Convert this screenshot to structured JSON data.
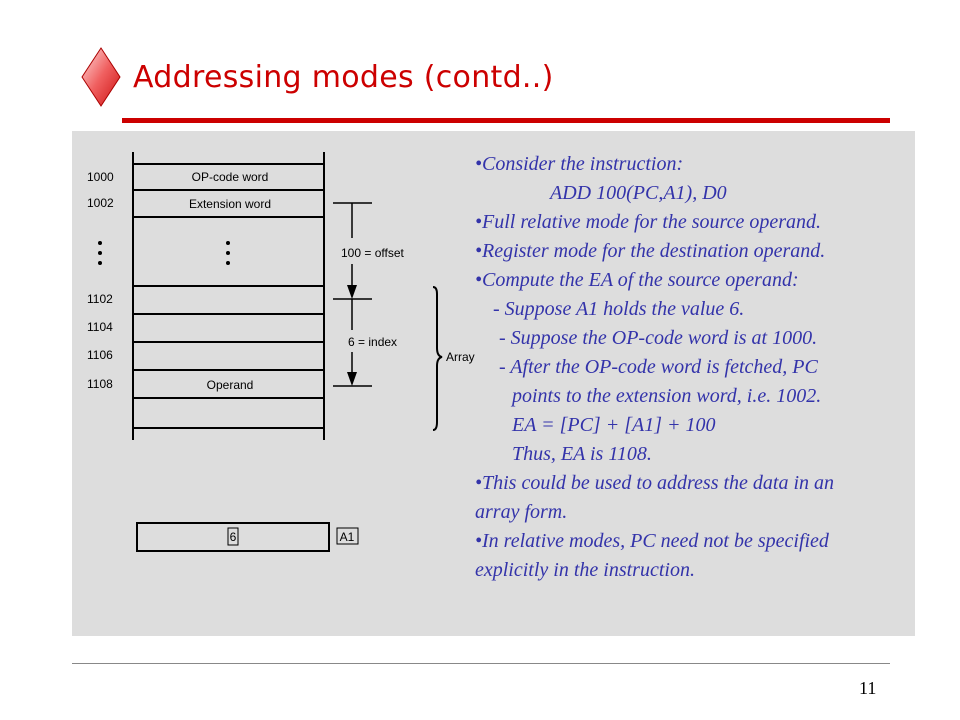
{
  "slide": {
    "title": "Addressing modes (contd..)",
    "page_number": "11",
    "colors": {
      "accent": "#cc0000",
      "panel": "#dddddd",
      "bullet_text": "#3333aa"
    }
  },
  "diagram": {
    "addresses": [
      "1000",
      "1002",
      "1102",
      "1104",
      "1106",
      "1108"
    ],
    "cells": {
      "opcode": "OP-code word",
      "extension": "Extension word",
      "operand": "Operand"
    },
    "offset_label": "100 = offset",
    "index_label": "6 = index",
    "array_label": "Array",
    "register": {
      "value": "6",
      "name": "A1"
    }
  },
  "bullets": [
    "•Consider the instruction:",
    "ADD 100(PC,A1), D0",
    "•Full relative mode for the source operand.",
    "•Register mode for the destination operand.",
    "•Compute the EA of the source operand:",
    "- Suppose A1 holds the value 6.",
    "- Suppose the OP-code word is at 1000.",
    "- After the OP-code word is fetched, PC",
    "points to the extension word, i.e. 1002.",
    "EA = [PC] + [A1] + 100",
    "Thus, EA is 1108.",
    "•This could be used to address the data in an",
    "array form.",
    "•In relative modes, PC need not be specified",
    "explicitly in the instruction."
  ]
}
